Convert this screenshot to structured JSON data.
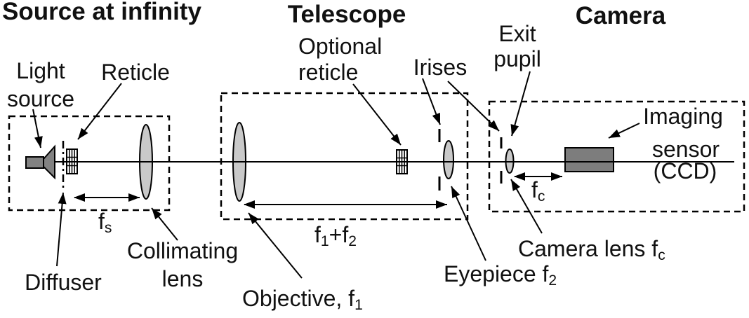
{
  "figure": {
    "background": "#ffffff",
    "line_color": "#000000",
    "lens_fill": "#c9c9c9",
    "dark_fill": "#828282",
    "sensor_fill": "#7d7d7d"
  },
  "sections": {
    "source": {
      "title": "Source at infinity"
    },
    "telescope": {
      "title": "Telescope"
    },
    "camera": {
      "title": "Camera"
    }
  },
  "labels": {
    "light_source": {
      "line1": "Light",
      "line2": "source"
    },
    "reticle": {
      "text": "Reticle"
    },
    "diffuser": {
      "text": "Diffuser"
    },
    "collimating": {
      "line1": "Collimating",
      "line2": "lens"
    },
    "fs": {
      "base": "f",
      "sub": "s"
    },
    "optional_reticle": {
      "line1": "Optional",
      "line2": "reticle"
    },
    "objective": {
      "base": "Objective, f",
      "sub": "1"
    },
    "f1f2": {
      "f1": "f",
      "s1": "1",
      "plus": "+",
      "f2": "f",
      "s2": "2"
    },
    "irises": {
      "text": "Irises"
    },
    "eyepiece": {
      "base": "Eyepiece f",
      "sub": "2"
    },
    "exit_pupil": {
      "line1": "Exit",
      "line2": "pupil"
    },
    "camera_lens": {
      "base": "Camera lens f",
      "sub": "c"
    },
    "fc": {
      "base": "f",
      "sub": "c"
    },
    "imaging_sensor": {
      "line1": "Imaging",
      "line2": "sensor",
      "line3": "(CCD)"
    }
  }
}
